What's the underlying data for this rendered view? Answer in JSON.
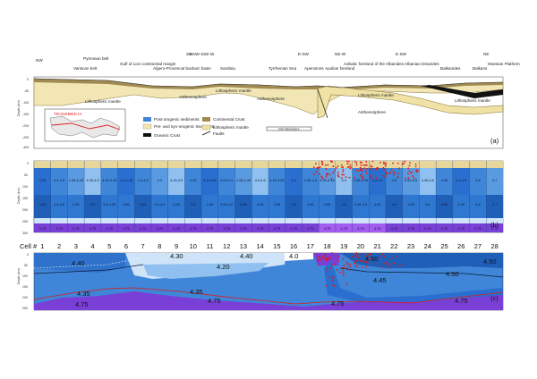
{
  "panel_a": {
    "label": "(a)",
    "directions": [
      "NW",
      "SE",
      "NNW SSE-W",
      "E-SW",
      "NE-W",
      "E-SW",
      "NE"
    ],
    "regions": [
      "Pyrenean belt",
      "Variscan belt",
      "Gulf of Lion continental margin",
      "Algero-Provencal backarc basin",
      "Sardinia",
      "Tyrrhenian Sea",
      "Apennines",
      "Apulian foreland",
      "Adriatic foreland of the Albanides",
      "Albanian Dinarides",
      "Balkanides",
      "Balkans",
      "Moesian Platform"
    ],
    "layer_labels": [
      "Lithospheric mantle",
      "Asthenosphere",
      "Lithospheric mantle",
      "Asthenosphere",
      "Lithospheric mantle",
      "Lithospheric mantle",
      "Asthenosphere"
    ],
    "legend": [
      "Post-orogenic sediments",
      "Pre- and syn-orogenic Sediments",
      "Oceanic Crust",
      "Continental Crust",
      "Lithospheric mantle",
      "Faults"
    ],
    "inset_label": "TRANSMED III",
    "scale_label": "200 kilometers",
    "depth_axis": "Depth (km)",
    "depth_ticks": [
      "0",
      "-50",
      "-100",
      "-150",
      "-200",
      "-250",
      "-300"
    ]
  },
  "panel_b": {
    "label": "(b)",
    "depth_axis": "Depth (km)",
    "depth_ticks": [
      "0",
      "50",
      "100",
      "150",
      "200",
      "250",
      "300"
    ],
    "values": [
      [
        "4.35",
        "4.4-4.5",
        "4.35-4.45",
        "4.25-4.5",
        "4.15-4.45",
        "4.3-4.45",
        "4.4-4.5",
        "4.3",
        "4.15-4.5",
        "4.35",
        "4.2-4.55",
        "4.05-4.4",
        "4.35-4.45",
        "4.4-4.6",
        "4.15-4.55",
        "4.4",
        "4.35-4.5",
        "4.25-4.45",
        "4.4",
        "4.35-4.45",
        "4.2-4.5",
        "4.5",
        "4.55-4.6",
        "4.45-4.6",
        "4.35",
        "4.4-4.5",
        "4.6",
        "4.7"
      ],
      [
        "4.55",
        "4.5-4.6",
        "4.55",
        "4.6",
        "4.5-4.55",
        "4.55",
        "4.55",
        "4.5-4.6",
        "4.55",
        "4.5",
        "4.55",
        "4.55-4.6",
        "4.55",
        "4.45",
        "4.55",
        "4.5",
        "4.55",
        "4.55",
        "4.5",
        "4.45-4.5",
        "4.55",
        "4.6",
        "4.55",
        "4.6",
        "4.55",
        "4.55",
        "4.6",
        "4.7"
      ],
      [
        "4.75",
        "4.75",
        "4.75",
        "4.75",
        "4.75",
        "4.75",
        "4.75",
        "4.75",
        "4.75",
        "4.75",
        "4.75",
        "4.75",
        "4.75",
        "4.75",
        "4.75",
        "4.75",
        "4.75",
        "4.75",
        "4.75",
        "4.75",
        "4.75",
        "4.75",
        "4.75",
        "4.75",
        "4.75",
        "4.75",
        "4.75",
        "4.75"
      ]
    ]
  },
  "panel_c": {
    "label": "(c)",
    "cell_prefix": "Cell #",
    "cells": [
      "1",
      "2",
      "3",
      "4",
      "5",
      "6",
      "7",
      "8",
      "9",
      "10",
      "11",
      "12",
      "13",
      "14",
      "15",
      "16",
      "17",
      "18",
      "19",
      "20",
      "21",
      "22",
      "23",
      "24",
      "25",
      "26",
      "27",
      "28"
    ],
    "depth_axis": "Depth (km)",
    "depth_ticks": [
      "0",
      "50",
      "100",
      "150",
      "200",
      "250",
      "300"
    ],
    "zone_values": [
      "4.40",
      "4.30",
      "4.20",
      "4.40",
      "4.0",
      "4.50",
      "4.50",
      "4.50",
      "4.45",
      "4.35",
      "4.35",
      "4.75",
      "4.75",
      "4.75",
      "4.75"
    ]
  },
  "colors": {
    "deep_blue": "#1f5fb8",
    "mid_blue": "#3f86d8",
    "light_blue": "#8fc0ef",
    "pale_blue": "#cfe4f8",
    "purple": "#7a3fd6",
    "violet": "#a35bf0",
    "red_dots": "#e01818",
    "sediment": "#f1e6b4",
    "crust": "#a08a52",
    "mantle": "#efe2a4"
  }
}
